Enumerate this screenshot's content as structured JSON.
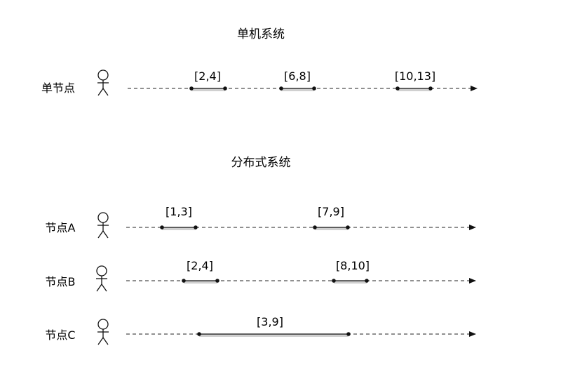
{
  "single": {
    "title": "单机系统",
    "rows": [
      {
        "label": "单节点",
        "intervals": [
          {
            "text": "[2,4]"
          },
          {
            "text": "[6,8]"
          },
          {
            "text": "[10,13]"
          }
        ]
      }
    ]
  },
  "distributed": {
    "title": "分布式系统",
    "rows": [
      {
        "label": "节点A",
        "intervals": [
          {
            "text": "[1,3]"
          },
          {
            "text": "[7,9]"
          }
        ]
      },
      {
        "label": "节点B",
        "intervals": [
          {
            "text": "[2,4]"
          },
          {
            "text": "[8,10]"
          }
        ]
      },
      {
        "label": "节点C",
        "intervals": [
          {
            "text": "[3,9]"
          }
        ]
      }
    ]
  }
}
